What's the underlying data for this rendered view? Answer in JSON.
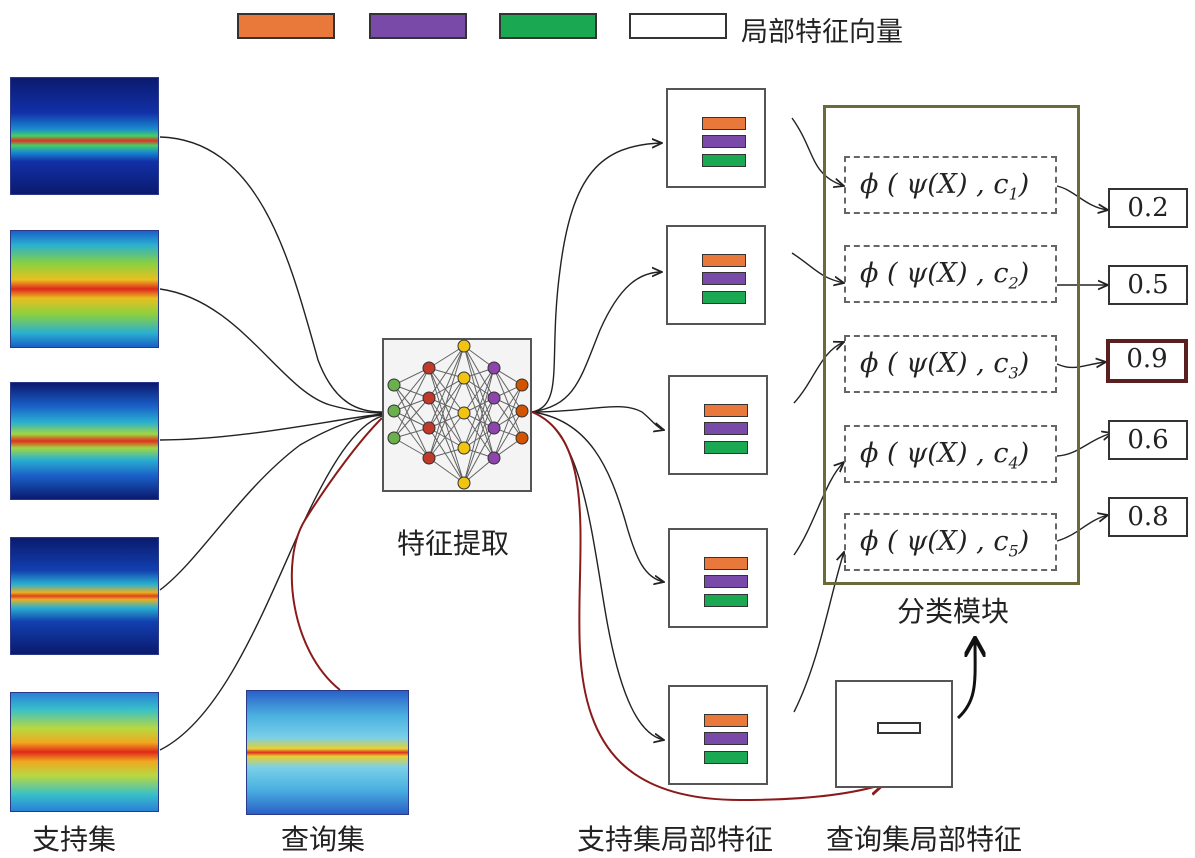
{
  "legend": {
    "colors": [
      "#e8793a",
      "#7a4aa8",
      "#1aa852",
      "#ffffff"
    ],
    "label": "局部特征向量"
  },
  "labels": {
    "support_set": "支持集",
    "query_set": "查询集",
    "feature_extraction": "特征提取",
    "classification_module": "分类模块",
    "support_local_features": "支持集局部特征",
    "query_local_features": "查询集局部特征"
  },
  "formulas": {
    "prefix": "ϕ ( ψ(X) , c",
    "suffix": ")",
    "items": [
      "1",
      "2",
      "3",
      "4",
      "5"
    ]
  },
  "scores": [
    "0.2",
    "0.5",
    "0.9",
    "0.6",
    "0.8"
  ],
  "highlight_score": "0.9"
}
